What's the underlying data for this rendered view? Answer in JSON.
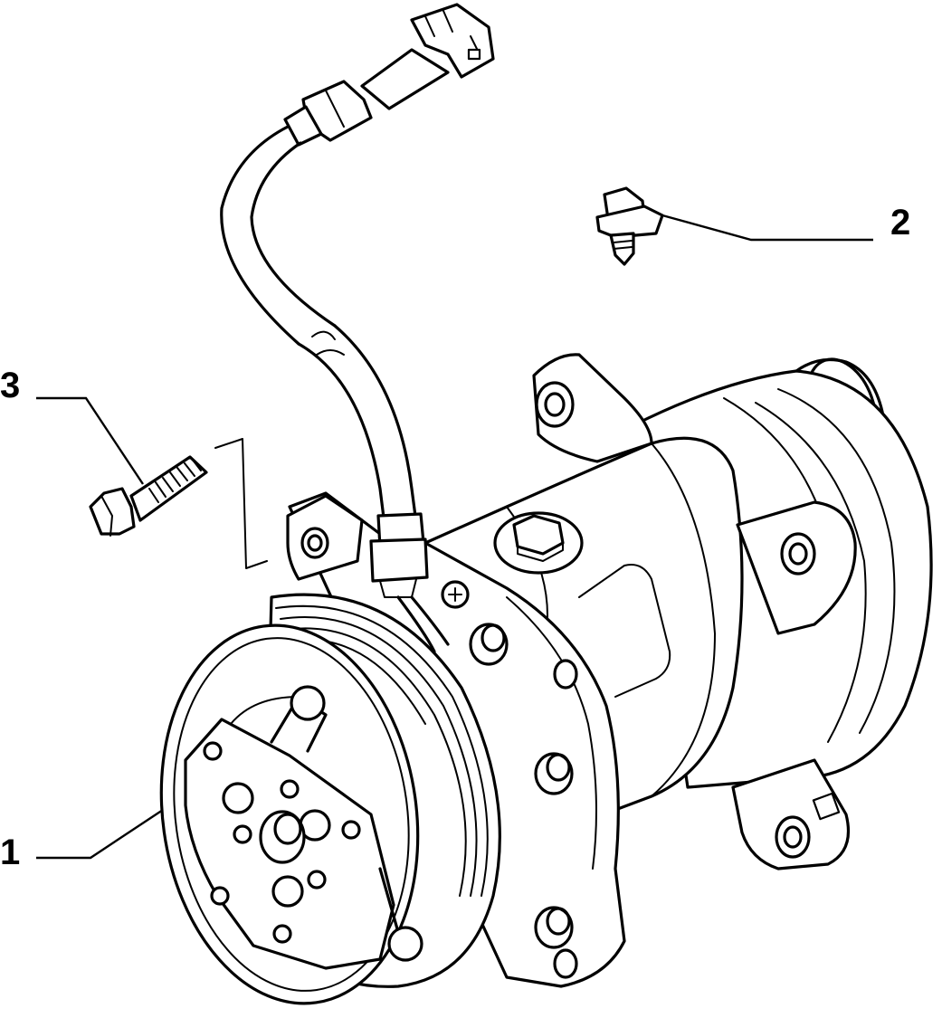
{
  "diagram": {
    "callouts": [
      {
        "id": "1",
        "label": "1",
        "part": "compressor"
      },
      {
        "id": "2",
        "label": "2",
        "part": "clip"
      },
      {
        "id": "3",
        "label": "3",
        "part": "bolt"
      }
    ],
    "colors": {
      "line": "#000000",
      "background": "#ffffff"
    }
  }
}
